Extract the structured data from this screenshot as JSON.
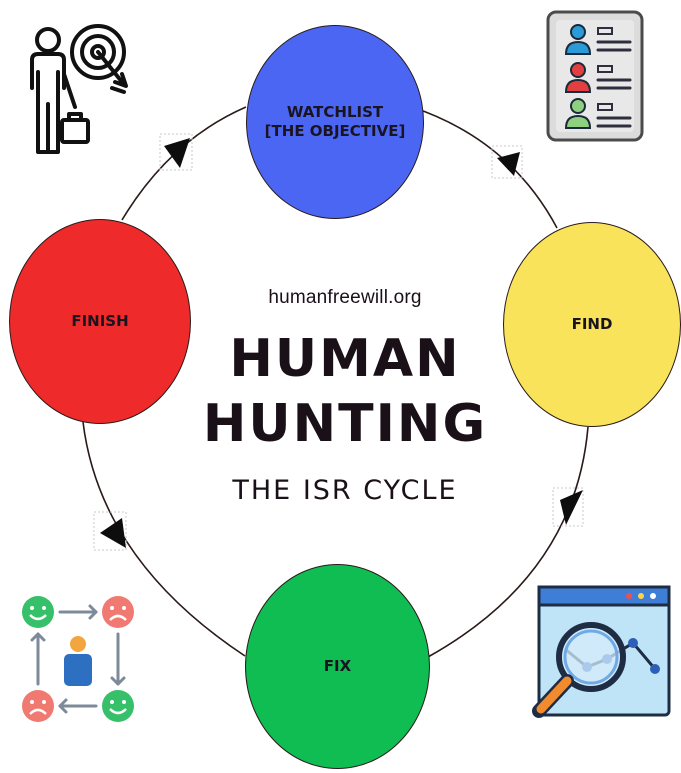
{
  "nodes": {
    "watchlist": {
      "label": "WATCHLIST\n[THE OBJECTIVE]",
      "color": "#4b66f2"
    },
    "find": {
      "label": "FIND",
      "color": "#f9e35a"
    },
    "fix": {
      "label": "FIX",
      "color": "#0fbd52"
    },
    "finish": {
      "label": "FINISH",
      "color": "#ef2a2a"
    }
  },
  "center": {
    "website": "humanfreewill.org",
    "title_line1": "HUMAN",
    "title_line2": "HUNTING",
    "subtitle": "THE ISR CYCLE"
  },
  "icons": {
    "top_left": "businessman-target-icon",
    "top_right": "user-list-icon",
    "bottom_left": "mood-cycle-icon",
    "bottom_right": "magnifier-analytics-icon"
  }
}
